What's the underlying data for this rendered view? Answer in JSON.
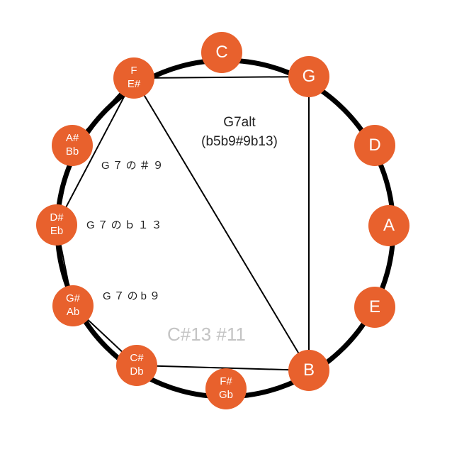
{
  "colors": {
    "node": "#e8612d",
    "ring": "#000000",
    "line": "#000000",
    "ghost": "#c4c4c4"
  },
  "nodes": [
    {
      "id": "c",
      "name": "note-c",
      "lines": [
        "C"
      ]
    },
    {
      "id": "g",
      "name": "note-g",
      "lines": [
        "G"
      ]
    },
    {
      "id": "d",
      "name": "note-d",
      "lines": [
        "D"
      ]
    },
    {
      "id": "a",
      "name": "note-a",
      "lines": [
        "A"
      ]
    },
    {
      "id": "e",
      "name": "note-e",
      "lines": [
        "E"
      ]
    },
    {
      "id": "b",
      "name": "note-b",
      "lines": [
        "B"
      ]
    },
    {
      "id": "fs",
      "name": "note-f-sharp-g-flat",
      "lines": [
        "F#",
        "Gb"
      ]
    },
    {
      "id": "cs",
      "name": "note-c-sharp-d-flat",
      "lines": [
        "C#",
        "Db"
      ]
    },
    {
      "id": "gs",
      "name": "note-g-sharp-a-flat",
      "lines": [
        "G#",
        "Ab"
      ]
    },
    {
      "id": "ds",
      "name": "note-d-sharp-e-flat",
      "lines": [
        "D#",
        "Eb"
      ]
    },
    {
      "id": "as",
      "name": "note-a-sharp-b-flat",
      "lines": [
        "A#",
        "Bb"
      ]
    },
    {
      "id": "f",
      "name": "note-f-e-sharp",
      "lines": [
        "F",
        "E#"
      ]
    }
  ],
  "edges": [
    [
      "f",
      "g"
    ],
    [
      "g",
      "b"
    ],
    [
      "b",
      "cs"
    ],
    [
      "f",
      "b"
    ],
    [
      "f",
      "as"
    ],
    [
      "as",
      "ds"
    ],
    [
      "f",
      "ds"
    ],
    [
      "ds",
      "gs"
    ],
    [
      "gs",
      "cs"
    ]
  ],
  "labels": {
    "chord_title": "G7alt",
    "chord_sub": "(b5b9#9b13)",
    "sharp9": "G７の＃９",
    "flat13": "G７のｂ１３",
    "flat9": "G７のb９",
    "ghost": "C#13 #11"
  }
}
